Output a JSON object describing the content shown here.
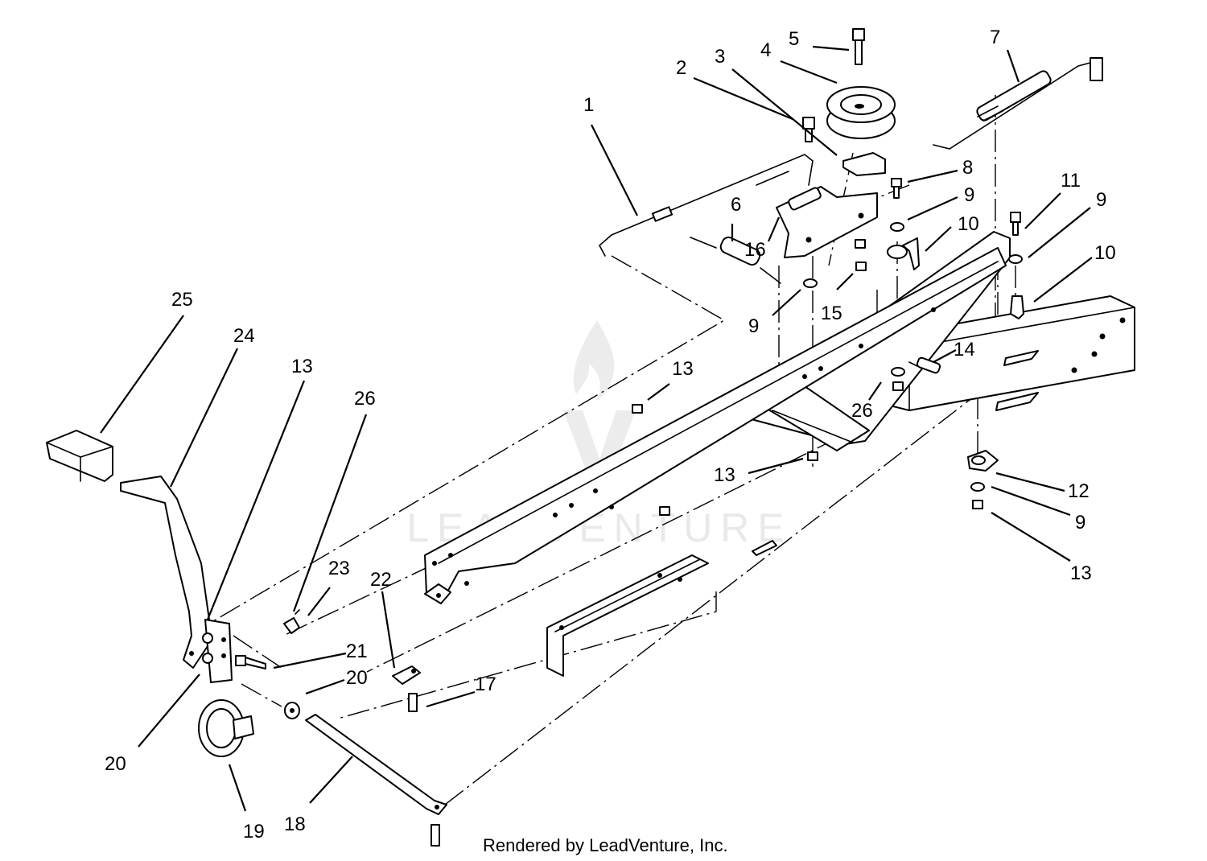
{
  "watermark": {
    "text": "LEADVENTURE"
  },
  "credit": "Rendered by LeadVenture, Inc.",
  "callouts": [
    {
      "id": "c1",
      "label": "1"
    },
    {
      "id": "c2",
      "label": "2"
    },
    {
      "id": "c3",
      "label": "3"
    },
    {
      "id": "c4",
      "label": "4"
    },
    {
      "id": "c5",
      "label": "5"
    },
    {
      "id": "c6",
      "label": "6"
    },
    {
      "id": "c7",
      "label": "7"
    },
    {
      "id": "c8",
      "label": "8"
    },
    {
      "id": "c9a",
      "label": "9"
    },
    {
      "id": "c9b",
      "label": "9"
    },
    {
      "id": "c9c",
      "label": "9"
    },
    {
      "id": "c9d",
      "label": "9"
    },
    {
      "id": "c10a",
      "label": "10"
    },
    {
      "id": "c10b",
      "label": "10"
    },
    {
      "id": "c11",
      "label": "11"
    },
    {
      "id": "c12",
      "label": "12"
    },
    {
      "id": "c13a",
      "label": "13"
    },
    {
      "id": "c13b",
      "label": "13"
    },
    {
      "id": "c13c",
      "label": "13"
    },
    {
      "id": "c13d",
      "label": "13"
    },
    {
      "id": "c14",
      "label": "14"
    },
    {
      "id": "c15",
      "label": "15"
    },
    {
      "id": "c16",
      "label": "16"
    },
    {
      "id": "c17",
      "label": "17"
    },
    {
      "id": "c18",
      "label": "18"
    },
    {
      "id": "c19",
      "label": "19"
    },
    {
      "id": "c20a",
      "label": "20"
    },
    {
      "id": "c20b",
      "label": "20"
    },
    {
      "id": "c21",
      "label": "21"
    },
    {
      "id": "c22",
      "label": "22"
    },
    {
      "id": "c23",
      "label": "23"
    },
    {
      "id": "c24",
      "label": "24"
    },
    {
      "id": "c25",
      "label": "25"
    },
    {
      "id": "c26a",
      "label": "26"
    },
    {
      "id": "c26b",
      "label": "26"
    }
  ]
}
